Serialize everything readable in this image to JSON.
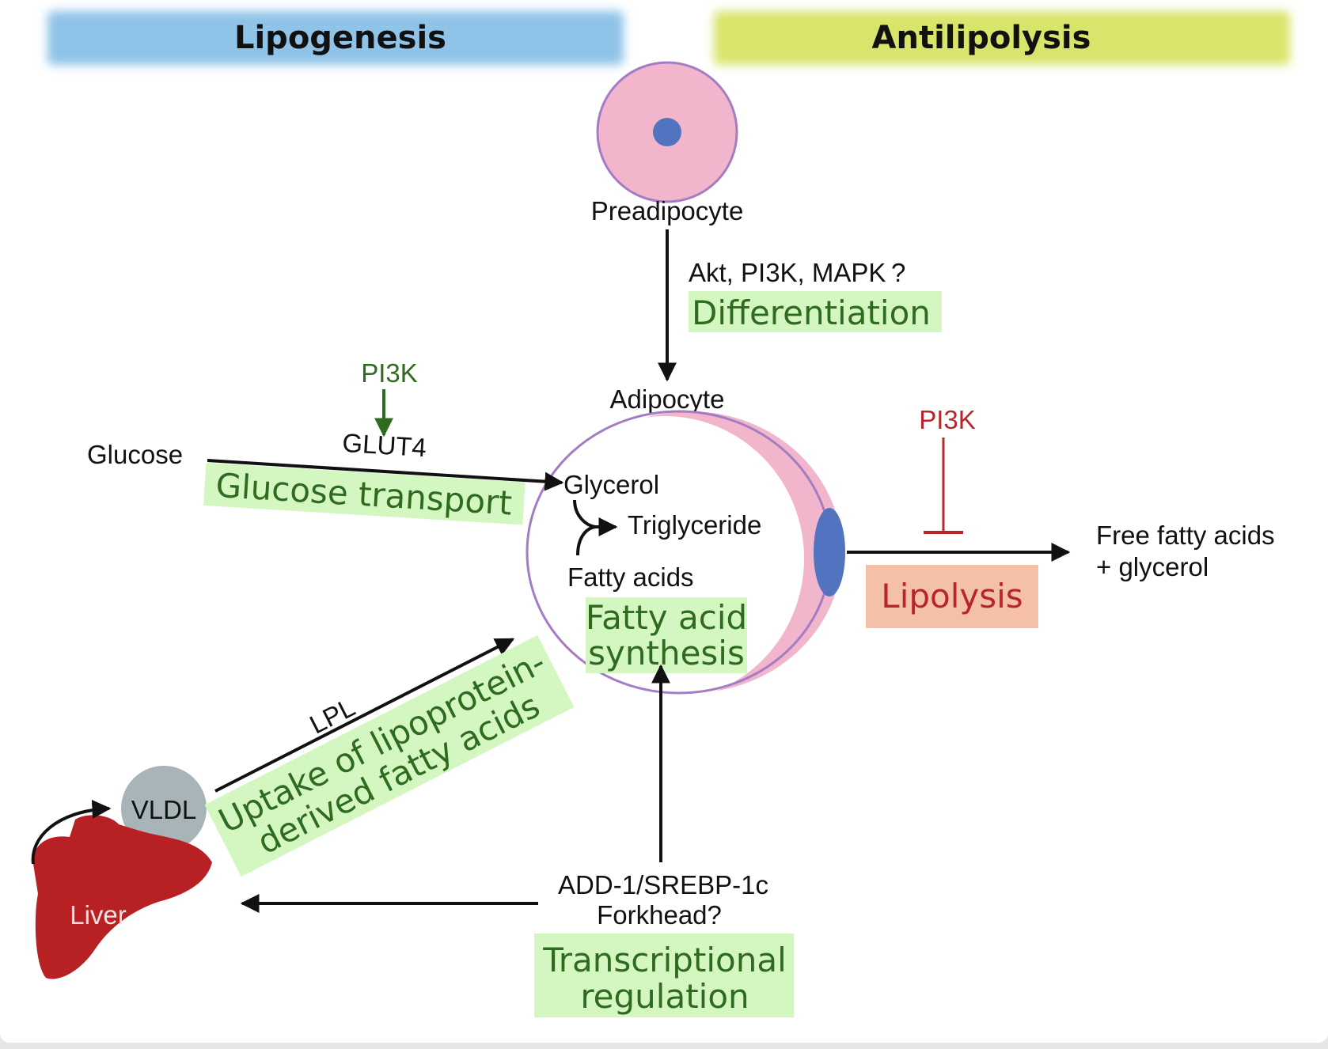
{
  "headers": {
    "left": "Lipogenesis",
    "right": "Antilipolysis"
  },
  "cells": {
    "preadipocyte": "Preadipocyte",
    "adipocyte": "Adipocyte",
    "vldl": "VLDL",
    "liver": "Liver"
  },
  "labels": {
    "differentiation_signals": "Akt, PI3K, MAPK ?",
    "pi3k_glut4": "PI3K",
    "glucose": "Glucose",
    "glut4": "GLUT4",
    "glycerol": "Glycerol",
    "triglyceride": "Triglyceride",
    "fatty_acids": "Fatty acids",
    "pi3k_lipolysis": "PI3K",
    "ffa_line1": "Free fatty acids",
    "ffa_line2": "+ glycerol",
    "lpl": "LPL",
    "add1_line1": "ADD-1/SREBP-1c",
    "add1_line2": "Forkhead?"
  },
  "processes": {
    "differentiation": "Differentiation",
    "glucose_transport": "Glucose transport",
    "fatty_acid_synthesis_line1": "Fatty acid",
    "fatty_acid_synthesis_line2": "synthesis",
    "lipolysis": "Lipolysis",
    "uptake_line1": "Uptake of lipoprotein-",
    "uptake_line2": "derived fatty acids",
    "transcriptional_line1": "Transcriptional",
    "transcriptional_line2": "regulation"
  },
  "colors": {
    "lipogenesis_band": "#8fc3e8",
    "antilipolysis_band": "#d9e46a",
    "process_highlight": "#d4f7c2",
    "process_text": "#2f6b1f",
    "lipolysis_box": "#f4c1a8",
    "inhibition_red": "#b8262c",
    "activation_green": "#2f6b1f",
    "cell_pink": "#f2b6cc",
    "cell_membrane": "#a57cc4",
    "nucleus_blue": "#5273c0",
    "vldl_grey": "#a7b4b8",
    "liver_red": "#b82124"
  }
}
